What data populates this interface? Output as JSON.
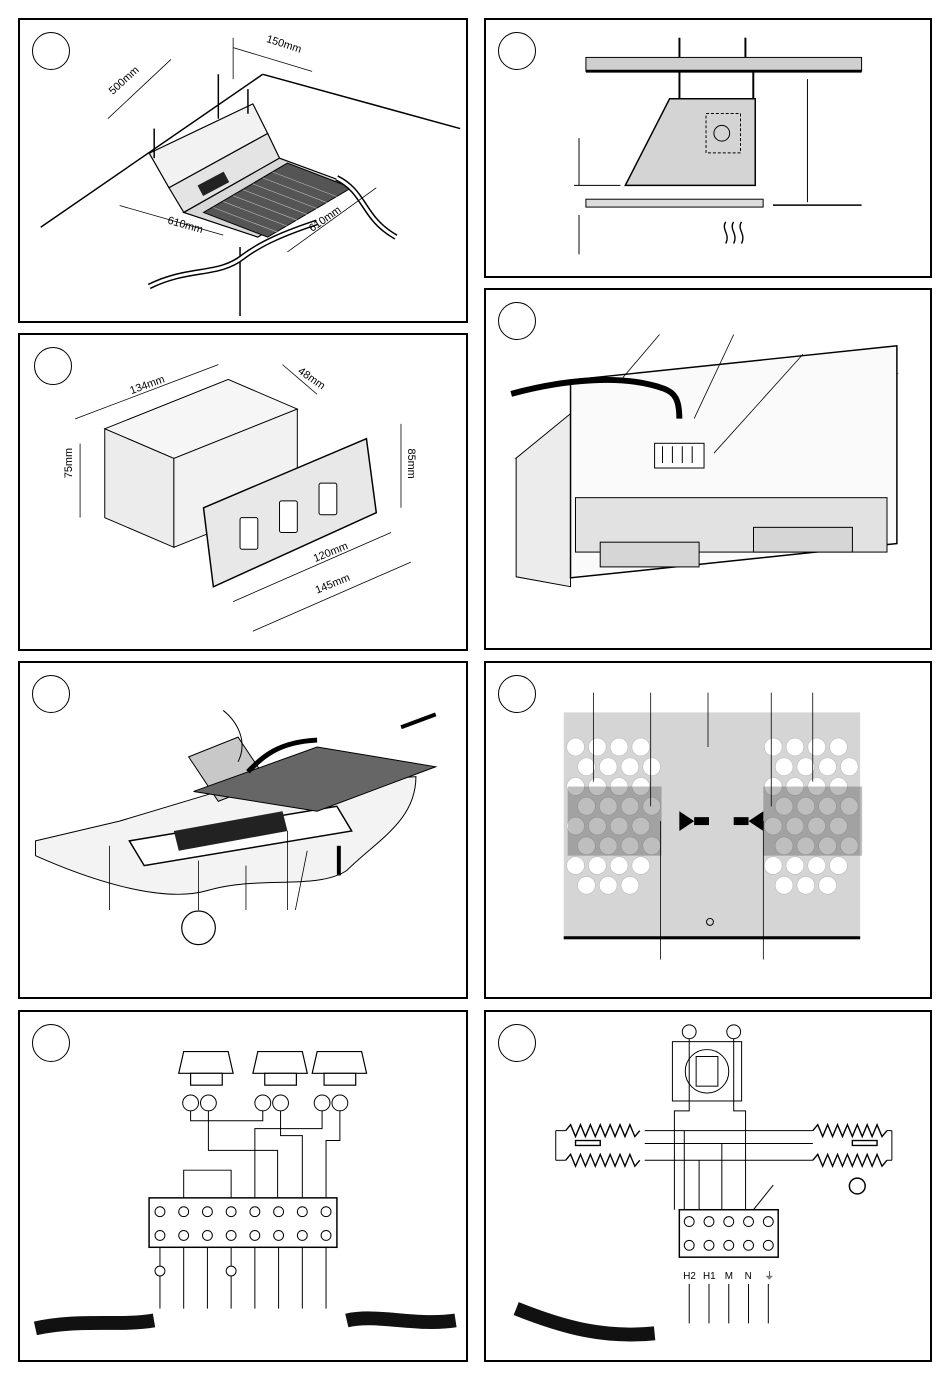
{
  "panels": [
    {
      "id": "p1",
      "dims": {
        "d1": "500mm",
        "d2": "150mm",
        "d3": "610mm",
        "d4": "610mm"
      }
    },
    {
      "id": "p2"
    },
    {
      "id": "p3",
      "dims": {
        "d1": "134mm",
        "d2": "48mm",
        "d3": "75mm",
        "d4": "85mm",
        "d5": "120mm",
        "d6": "145mm"
      }
    },
    {
      "id": "p4"
    },
    {
      "id": "p5"
    },
    {
      "id": "p6"
    },
    {
      "id": "p7"
    },
    {
      "id": "p8",
      "terminals": [
        "H2",
        "H1",
        "M",
        "N",
        "⏚"
      ]
    }
  ],
  "colors": {
    "stroke": "#000000",
    "grey": "#d0d0d0",
    "lightgrey": "#e6e6e6",
    "dark": "#222222"
  }
}
